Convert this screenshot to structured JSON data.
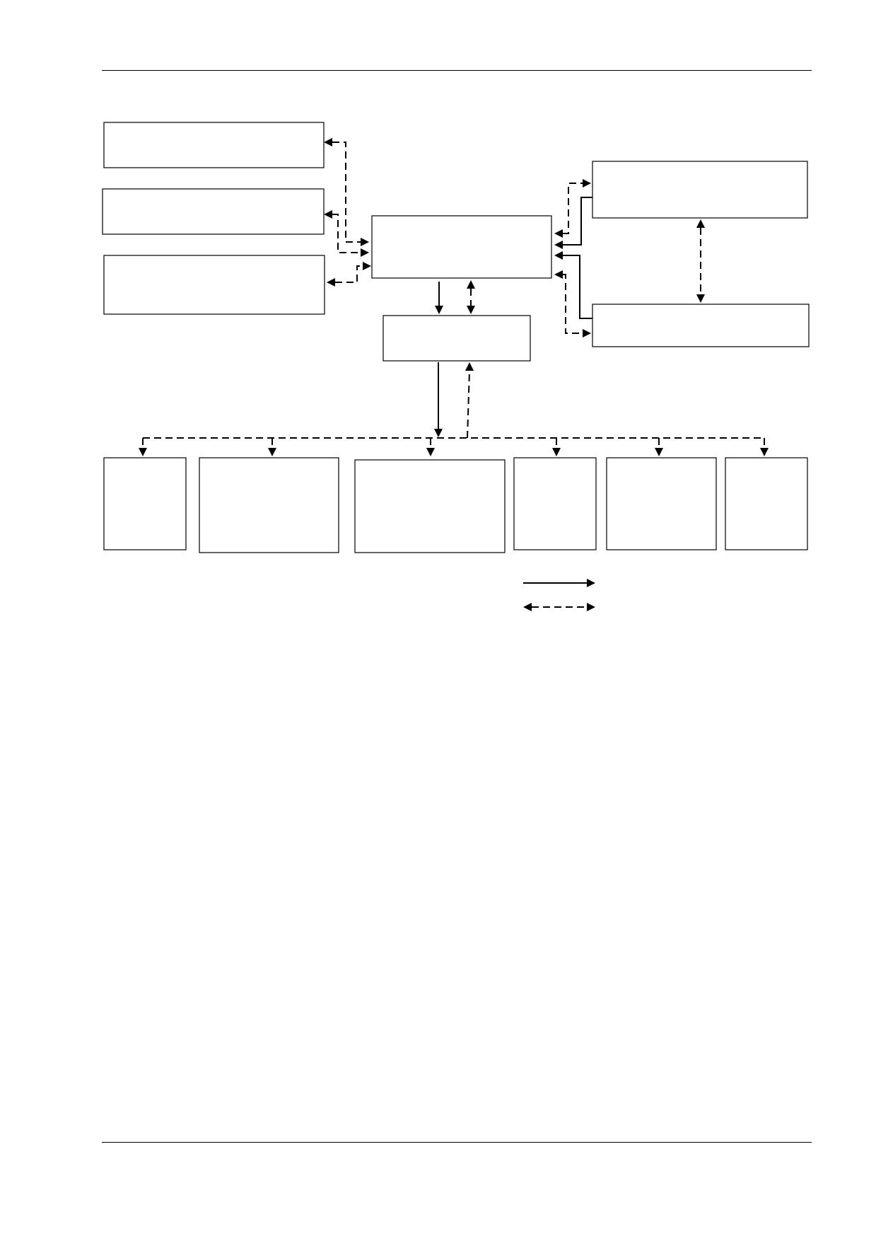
{
  "diagram": {
    "nodes": [
      {
        "id": "left-top",
        "label": ""
      },
      {
        "id": "left-middle",
        "label": ""
      },
      {
        "id": "left-bottom",
        "label": ""
      },
      {
        "id": "center",
        "label": ""
      },
      {
        "id": "sub-center",
        "label": ""
      },
      {
        "id": "right-top",
        "label": ""
      },
      {
        "id": "right-bottom",
        "label": ""
      },
      {
        "id": "bottom-1",
        "label": ""
      },
      {
        "id": "bottom-2",
        "label": ""
      },
      {
        "id": "bottom-3",
        "label": ""
      },
      {
        "id": "bottom-4",
        "label": ""
      },
      {
        "id": "bottom-5",
        "label": ""
      },
      {
        "id": "bottom-6",
        "label": ""
      }
    ],
    "edges": [
      {
        "from": "left-top",
        "to": "center",
        "style": "dashed",
        "direction": "both"
      },
      {
        "from": "left-middle",
        "to": "center",
        "style": "dashed",
        "direction": "both"
      },
      {
        "from": "left-bottom",
        "to": "center",
        "style": "dashed",
        "direction": "both"
      },
      {
        "from": "right-top",
        "to": "center",
        "style": "dashed",
        "direction": "both"
      },
      {
        "from": "right-top",
        "to": "center",
        "style": "solid",
        "direction": "forward"
      },
      {
        "from": "right-bottom",
        "to": "center",
        "style": "dashed",
        "direction": "both"
      },
      {
        "from": "right-bottom",
        "to": "center",
        "style": "solid",
        "direction": "forward"
      },
      {
        "from": "right-top",
        "to": "right-bottom",
        "style": "dashed",
        "direction": "both"
      },
      {
        "from": "center",
        "to": "sub-center",
        "style": "solid",
        "direction": "forward"
      },
      {
        "from": "center",
        "to": "sub-center",
        "style": "dashed",
        "direction": "both"
      },
      {
        "from": "sub-center",
        "to": "bottom-bus",
        "style": "solid",
        "direction": "forward"
      },
      {
        "from": "bottom-bus",
        "to": "sub-center",
        "style": "dashed",
        "direction": "forward"
      },
      {
        "from": "bottom-bus",
        "to": "bottom-1",
        "style": "dashed",
        "direction": "forward"
      },
      {
        "from": "bottom-bus",
        "to": "bottom-2",
        "style": "dashed",
        "direction": "forward"
      },
      {
        "from": "bottom-bus",
        "to": "bottom-3",
        "style": "dashed",
        "direction": "forward"
      },
      {
        "from": "bottom-bus",
        "to": "bottom-4",
        "style": "dashed",
        "direction": "forward"
      },
      {
        "from": "bottom-bus",
        "to": "bottom-5",
        "style": "dashed",
        "direction": "forward"
      },
      {
        "from": "bottom-bus",
        "to": "bottom-6",
        "style": "dashed",
        "direction": "forward"
      }
    ],
    "legend": [
      {
        "style": "solid",
        "direction": "forward",
        "label": ""
      },
      {
        "style": "dashed",
        "direction": "both",
        "label": ""
      }
    ]
  }
}
